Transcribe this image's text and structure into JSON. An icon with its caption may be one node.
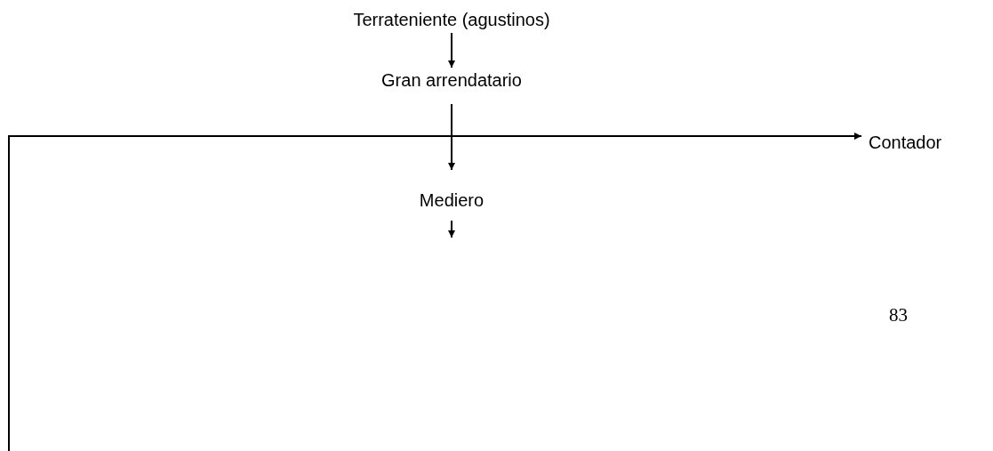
{
  "diagram": {
    "nodes": [
      {
        "text": [
          "Terrateniente (agustinos)"
        ]
      },
      {
        "text": [
          "Gran arrendatario"
        ]
      },
      {
        "text": [
          "Contador"
        ]
      },
      {
        "text": [
          "Mediero"
        ]
      }
    ],
    "edges": [
      {
        "from": 0,
        "to": 1,
        "arrow": "to"
      },
      {
        "from": 1,
        "to": 3,
        "arrow": "to"
      },
      {
        "from": 3,
        "to": null,
        "arrow": "to"
      },
      {
        "from": null,
        "to": 2,
        "arrow": "to"
      }
    ],
    "labels": [
      "83"
    ]
  }
}
